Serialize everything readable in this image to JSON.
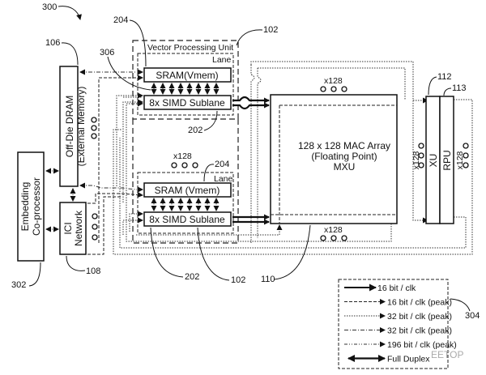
{
  "figure": {
    "figure_ref": "300",
    "blocks": {
      "dram": {
        "ref": "106",
        "line1": "Off-Die DRAM",
        "line2": "(External Memory)"
      },
      "ici": {
        "ref": "108",
        "line1": "ICI",
        "line2": "Network"
      },
      "embedding": {
        "ref": "302",
        "line1": "Embedding",
        "line2": "Co-processor"
      },
      "vpu": {
        "ref": "102",
        "title": "Vector Processing Unit"
      },
      "lane_top": {
        "ref": "204",
        "label": "Lane",
        "sram": "SRAM(Vmem)",
        "simd": "8x SIMD Sublane",
        "simd_ref": "202"
      },
      "lane_bottom": {
        "ref": "204",
        "label": "Lane",
        "sram": "SRAM (Vmem)",
        "simd": "8x SIMD Sublane",
        "simd_ref": "202",
        "vpu_ref": "102"
      },
      "mxu": {
        "ref": "110",
        "line1": "128 x 128 MAC Array",
        "line2": "(Floating Point)",
        "line3": "MXU"
      },
      "xu": {
        "ref": "112",
        "label": "XU"
      },
      "rpu": {
        "ref": "113",
        "label": "RPU"
      }
    },
    "connection_ref": "306",
    "multiplicity": "x128",
    "legend": {
      "ref": "304",
      "items": [
        {
          "style": "solid",
          "label": "16 bit / clk"
        },
        {
          "style": "dashed",
          "label": "16 bit / clk (peak)"
        },
        {
          "style": "dotted",
          "label": "32 bit / clk (peak)"
        },
        {
          "style": "dash-dot",
          "label": "32 bit / clk (peak)"
        },
        {
          "style": "dash-dot-dot",
          "label": "196 bit / clk (peak)"
        },
        {
          "style": "double-arrow",
          "label": "Full Duplex"
        }
      ]
    },
    "watermark": "EETOP"
  }
}
